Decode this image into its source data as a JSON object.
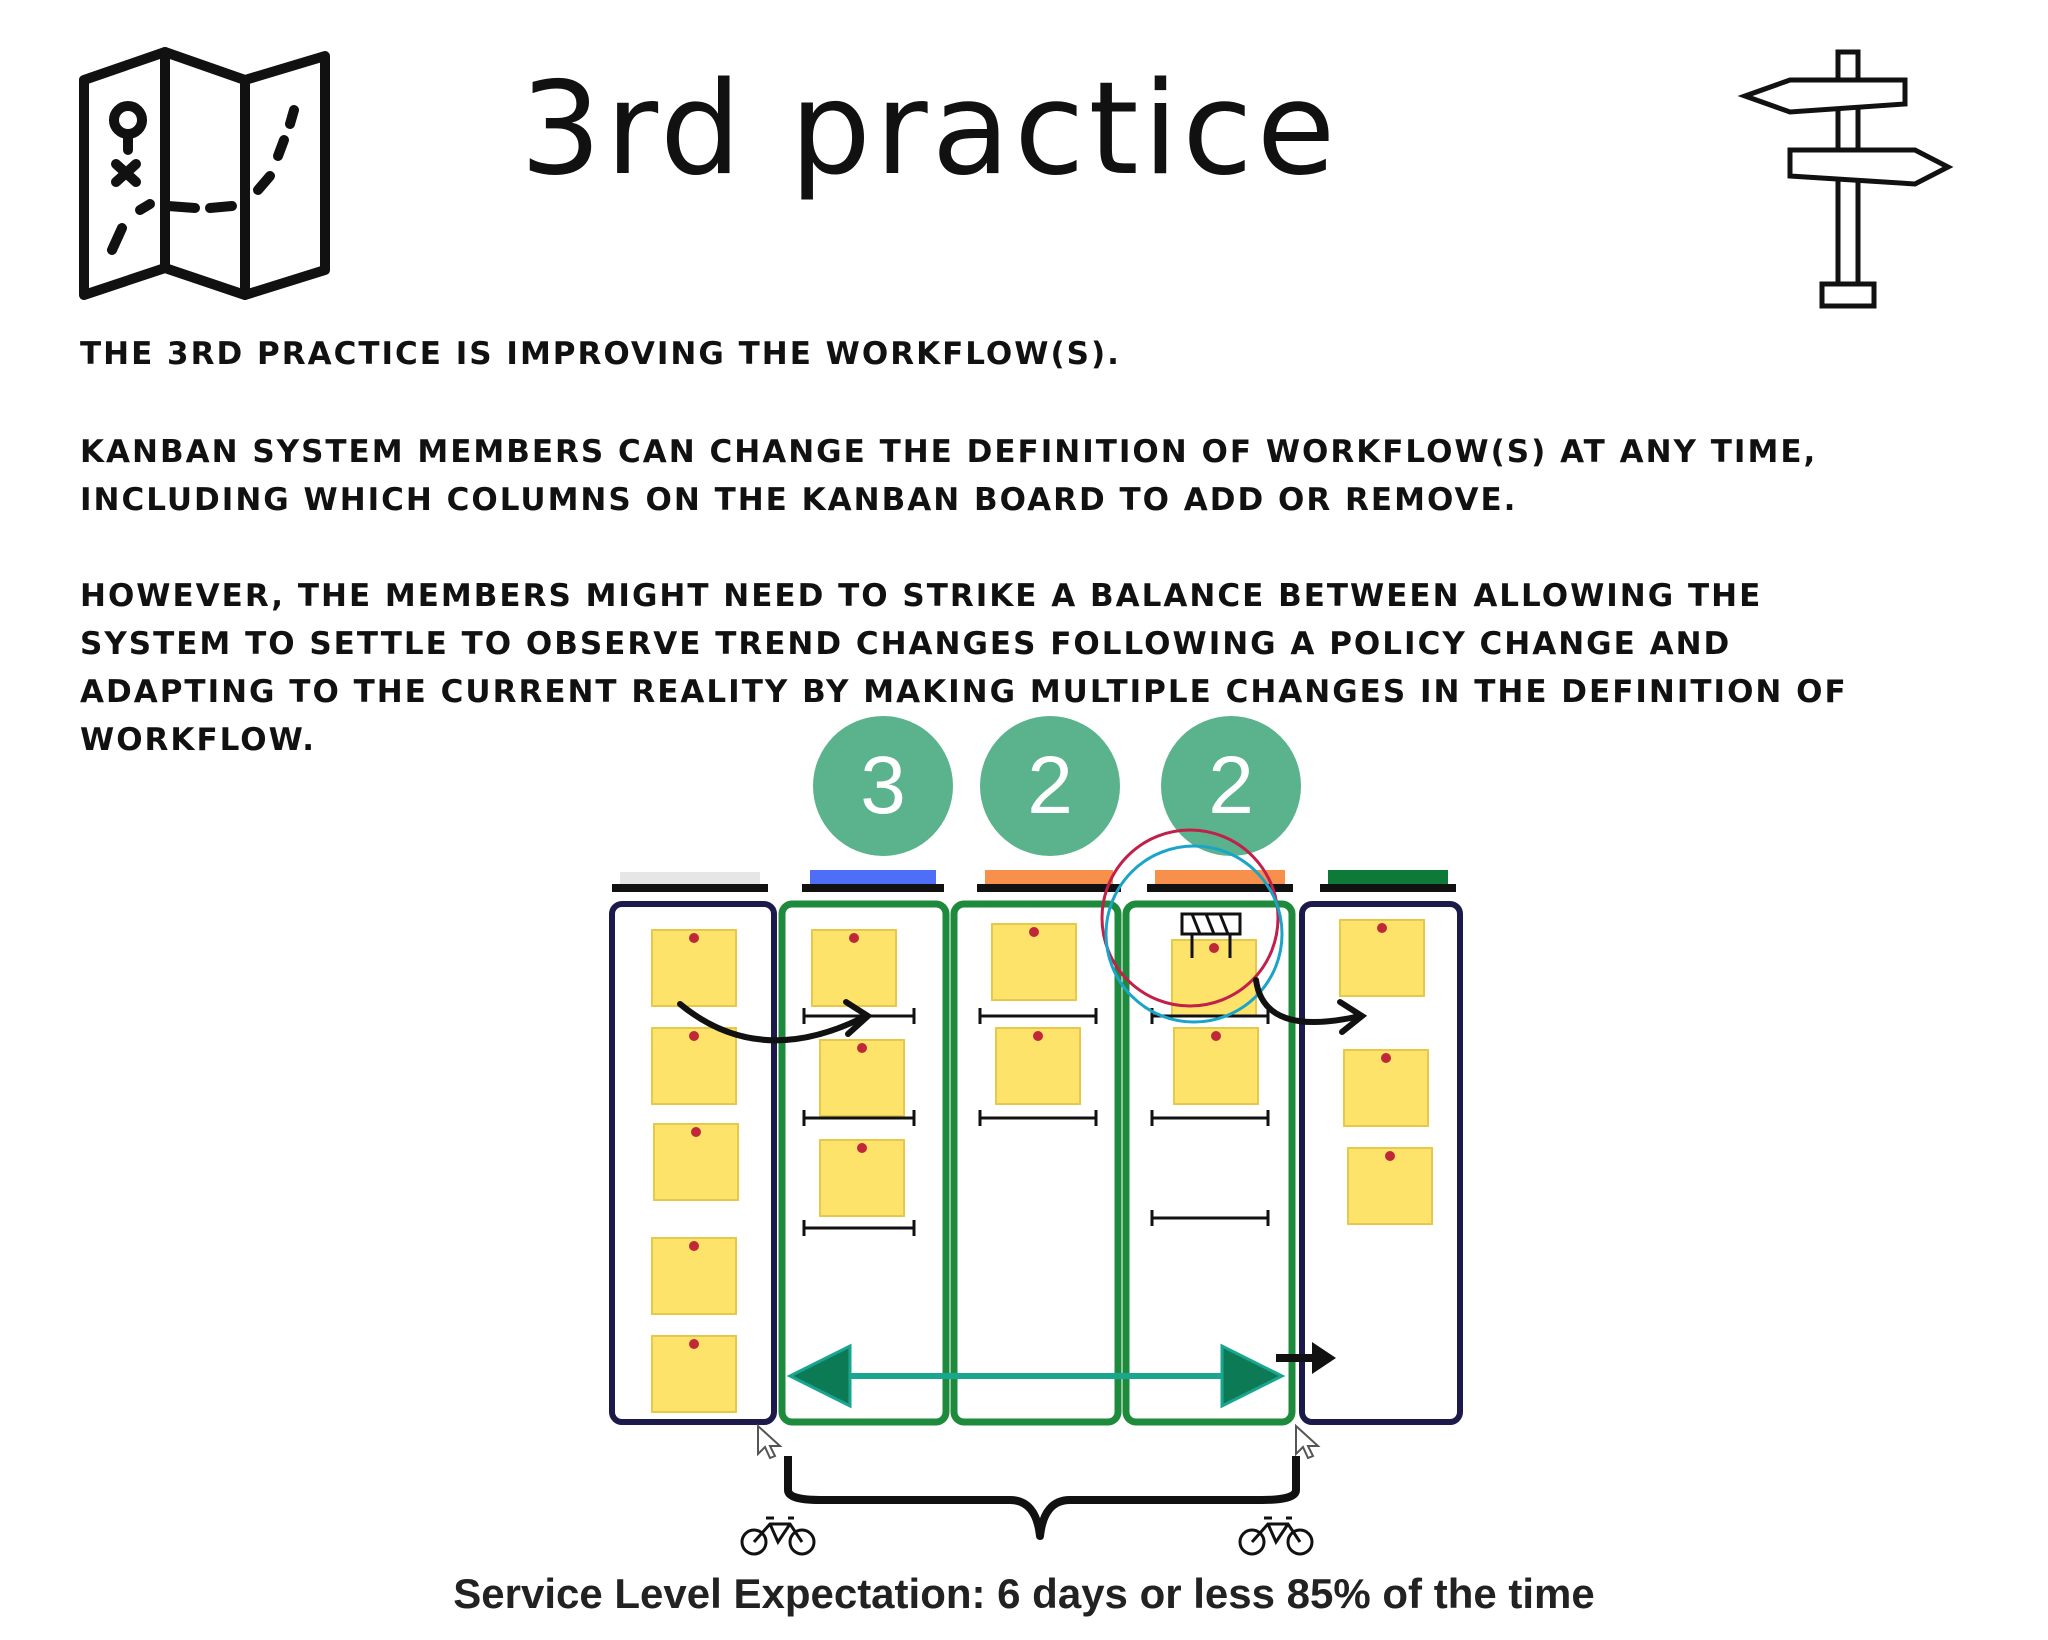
{
  "title": "3rd practice",
  "paragraphs": [
    "The 3rd practice is improving the workflow(s).",
    "Kanban system members can change the definition of workflow(s) at any time, including which columns on the Kanban board to add or remove.",
    "However, the members might need to strike a balance between allowing the system to settle to observe trend changes following a policy change and adapting to the current reality by making multiple changes in the definition of workflow."
  ],
  "wip_limits": [
    "3",
    "2",
    "2"
  ],
  "footer": "Service Level Expectation: 6 days or less 85% of the time",
  "icons": [
    "map-icon",
    "signpost-icon",
    "bicycle-icon",
    "cursor-icon",
    "roadblock-icon"
  ],
  "colors": {
    "wip_circle": "#5bb38e",
    "column_green": "#1e8a3c",
    "column_navy": "#1c1a4a",
    "sticky": "#fde36a",
    "header_blue": "#4f6ef7",
    "header_orange": "#f7904a",
    "header_green": "#0e7a3a",
    "header_grey": "#e6e6e6",
    "flow_arrow": "#1aa58f"
  }
}
